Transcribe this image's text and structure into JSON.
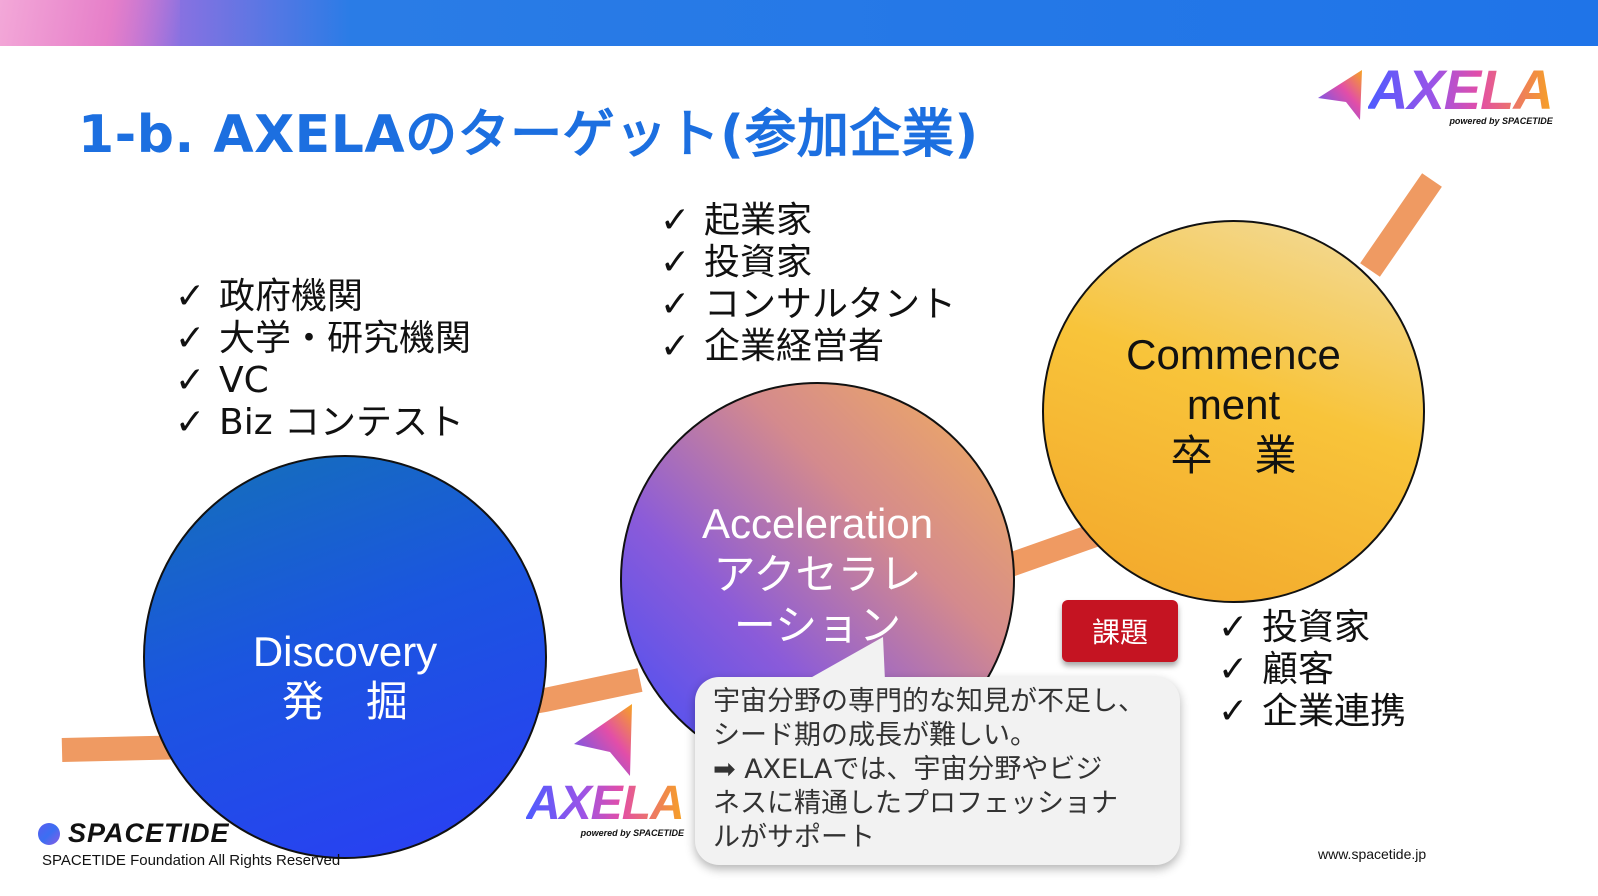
{
  "title": "1-b. AXELAのターゲット(参加企業)",
  "brand": {
    "axela_word": "AXELA",
    "powered_by": "powered by SPACETIDE",
    "colors": {
      "title": "#1c6fe0",
      "band": "#1f74e8",
      "curve": "#ef9a62",
      "badge": "#c51422"
    }
  },
  "stages": {
    "discovery": {
      "label": "Discovery\n発　掘"
    },
    "acceleration": {
      "label": "Acceleration\nアクセラレ\nーション"
    },
    "commencement": {
      "label": "Commence\nment\n卒　業"
    }
  },
  "lists": {
    "discovery_sources": [
      "政府機関",
      "大学・研究機関",
      "VC",
      "Biz コンテスト"
    ],
    "acceleration_partners": [
      "起業家",
      "投資家",
      "コンサルタント",
      "企業経営者"
    ],
    "commencement_partners": [
      "投資家",
      "顧客",
      "企業連携"
    ],
    "check_mark": "✓"
  },
  "issue": {
    "badge": "課題",
    "bubble_text": "宇宙分野の専門的な知見が不足し、\nシード期の成長が難しい。\n➡ AXELAでは、宇宙分野やビジ\nネスに精通したプロフェッショナ\nルがサポート"
  },
  "footer": {
    "org_logo": "SPACETIDE",
    "copyright": "SPACETIDE Foundation  All Rights Reserved",
    "website": "www.spacetide.jp"
  }
}
